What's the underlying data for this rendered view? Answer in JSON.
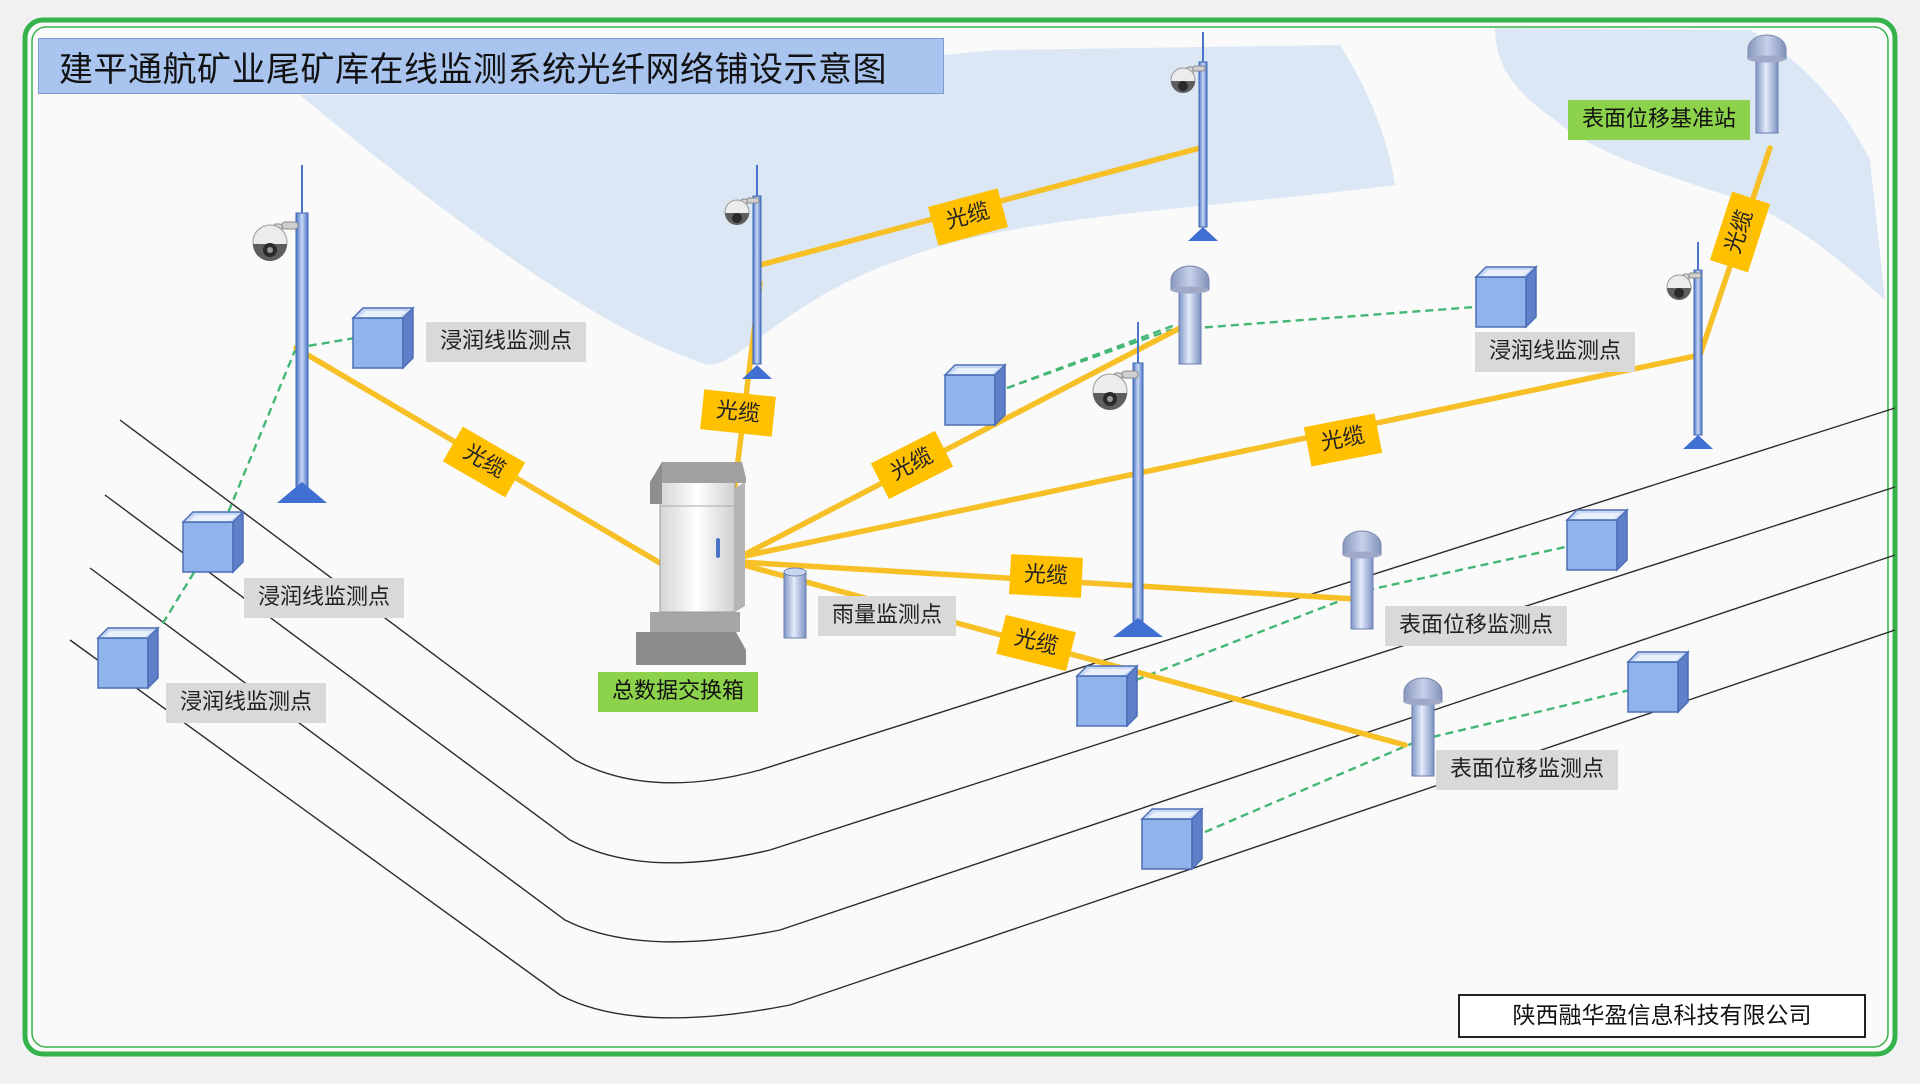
{
  "title": "建平通航矿业尾矿库在线监测系统光纤网络铺设示意图",
  "company": "陕西融华盈信息科技有限公司",
  "cable_label": "光缆",
  "labels": {
    "switch_box": "总数据交换箱",
    "rain": "雨量监测点",
    "base_station": "表面位移基准站",
    "seepage_1": "浸润线监测点",
    "seepage_2": "浸润线监测点",
    "seepage_3": "浸润线监测点",
    "seepage_4": "浸润线监测点",
    "surface_1": "表面位移监测点",
    "surface_2": "表面位移监测点"
  },
  "colors": {
    "cable": "#f6c026",
    "cable_tag": "#ffc000",
    "wireless_link": "#44b777",
    "frame": "#35b34a",
    "title_bg": "#a9c4ee",
    "water": "#dce7f6",
    "sensor_box": "#8fb3ea",
    "green_label": "#8cd24a",
    "gray_label": "#d9d9d9"
  },
  "icons": [
    "ptz-camera-icon",
    "monitor-pole-icon",
    "sensor-box-icon",
    "gnss-antenna-icon",
    "rain-gauge-icon",
    "switch-cabinet-icon"
  ]
}
